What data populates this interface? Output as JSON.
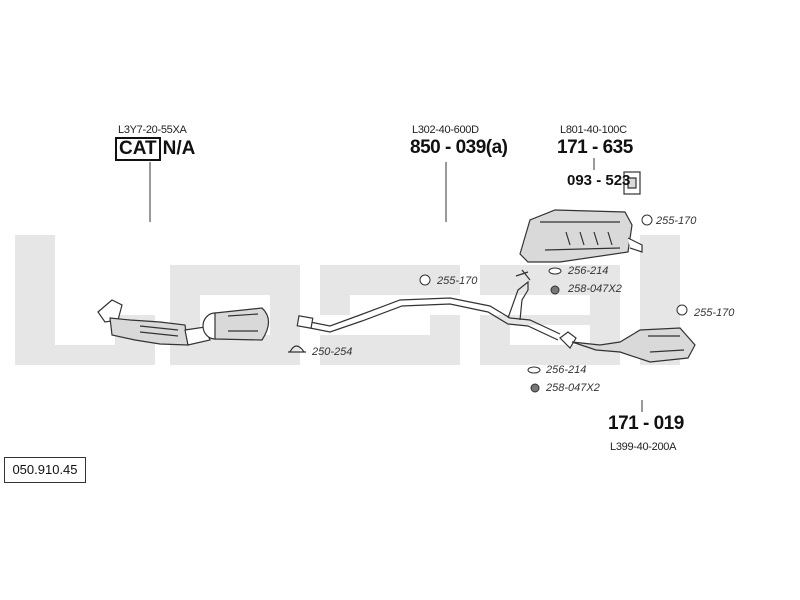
{
  "watermark": "bosal",
  "diagram_id": "050.910.45",
  "groups": [
    {
      "ref": "L3Y7-20-55XA",
      "part": "CAT",
      "suffix": "N/A"
    },
    {
      "ref": "L302-40-600D",
      "part": "850 - 039(a)"
    },
    {
      "ref": "L801-40-100C",
      "part": "171 - 635",
      "hanger": "093 - 523"
    },
    {
      "ref": "L399-40-200A",
      "part": "171 - 019"
    }
  ],
  "fittings": {
    "f1": "255-170",
    "f2": "255-170",
    "f3": "255-170",
    "f4": "256-214",
    "f5": "258-047X2",
    "f6": "256-214",
    "f7": "258-047X2",
    "f8": "250-254"
  },
  "colors": {
    "watermark": "#e6e6e6",
    "line": "#333333",
    "part_fill": "#d9d9d9"
  }
}
